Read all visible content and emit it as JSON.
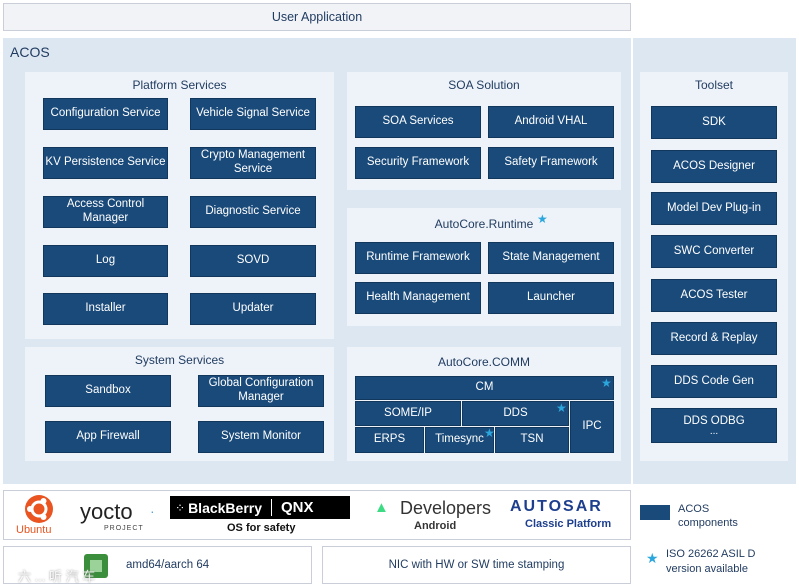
{
  "user_application": "User Application",
  "acos": {
    "title": "ACOS"
  },
  "platform_services": {
    "title": "Platform Services",
    "items": [
      "Configuration Service",
      "Vehicle Signal Service",
      "KV Persistence Service",
      "Crypto Management Service",
      "Access Control Manager",
      "Diagnostic Service",
      "Log",
      "SOVD",
      "Installer",
      "Updater"
    ]
  },
  "system_services": {
    "title": "System Services",
    "items": [
      "Sandbox",
      "Global Configuration Manager",
      "App Firewall",
      "System Monitor"
    ]
  },
  "soa_solution": {
    "title": "SOA Solution",
    "items": [
      "SOA Services",
      "Android VHAL",
      "Security Framework",
      "Safety Framework"
    ]
  },
  "runtime": {
    "title": "AutoCore.Runtime",
    "items": [
      "Runtime Framework",
      "State Management",
      "Health Management",
      "Launcher"
    ]
  },
  "comm": {
    "title": "AutoCore.COMM",
    "cm": "CM",
    "someip": "SOME/IP",
    "dds": "DDS",
    "ipc": "IPC",
    "erps": "ERPS",
    "timesync": "Timesync",
    "tsn": "TSN"
  },
  "toolset": {
    "title": "Toolset",
    "items": [
      "SDK",
      "ACOS Designer",
      "Model Dev Plug-in",
      "SWC Converter",
      "ACOS Tester",
      "Record & Replay",
      "DDS Code Gen",
      "DDS ODBG"
    ],
    "more": "..."
  },
  "os_row": {
    "ubuntu": "Ubuntu",
    "yocto": "yocto",
    "yocto_sub": "PROJECT",
    "blackberry": "BlackBerry",
    "qnx": "QNX",
    "qnx_sub": "OS for safety",
    "developers": "Developers",
    "android": "Android",
    "autosar": "AUTOSAR",
    "classic": "Classic Platform"
  },
  "hw_row": {
    "arch": "amd64/aarch 64",
    "nic": "NIC with HW or SW time stamping"
  },
  "legend": {
    "components": "ACOS components",
    "asil_line1": "ISO 26262 ASIL D",
    "asil_line2": "version available",
    "star": "★"
  },
  "watermark": "六 ... 听 汽 车",
  "colors": {
    "component": "#1a4a7a",
    "star": "#2ba7de",
    "panel_bg": "#dde7f2"
  }
}
